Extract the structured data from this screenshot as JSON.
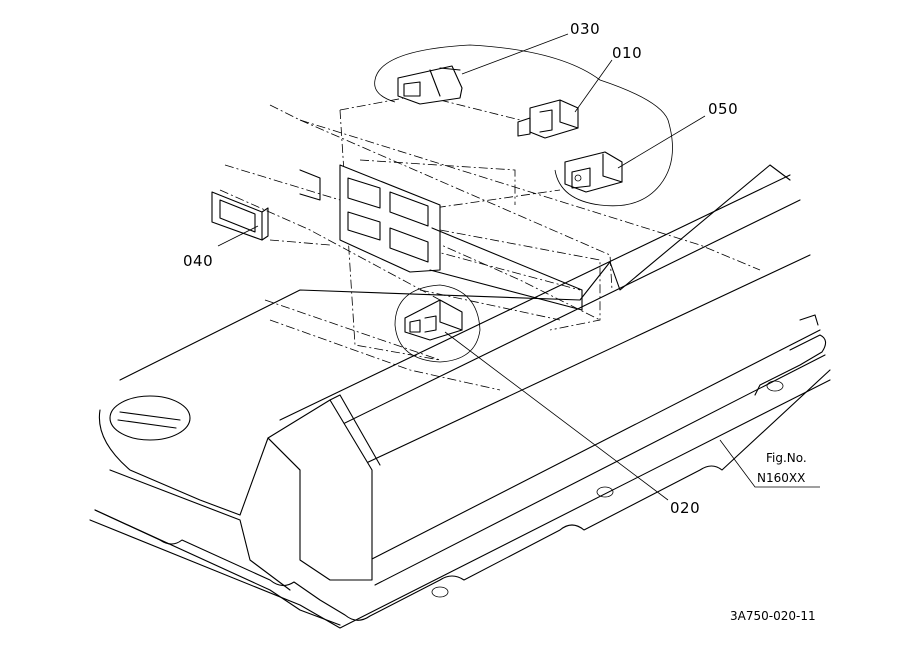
{
  "callouts": {
    "c030": "030",
    "c010": "010",
    "c050": "050",
    "c040": "040",
    "c020": "020"
  },
  "figure": {
    "fig_label": "Fig.No.",
    "fig_number": "N160XX",
    "drawing_code": "3A750-020-11"
  }
}
